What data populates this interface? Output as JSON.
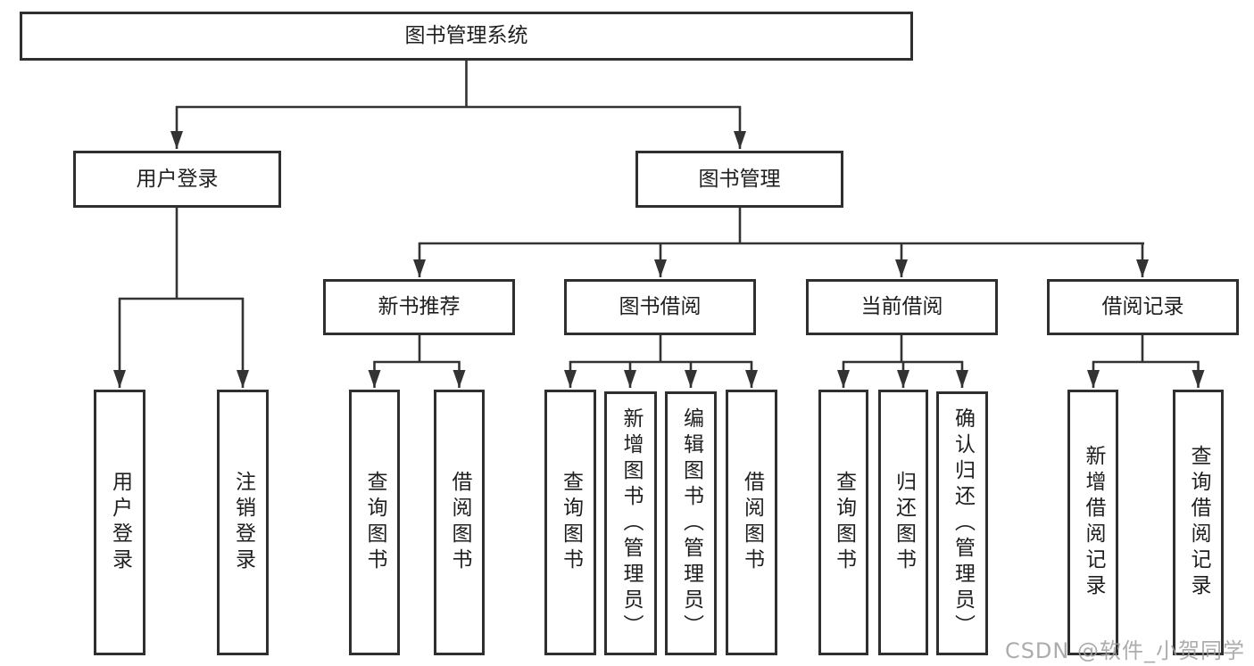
{
  "diagram": {
    "type": "hierarchy-tree",
    "nodes": {
      "root": "图书管理系统",
      "user_login": "用户登录",
      "book_management": "图书管理",
      "new_book_recommend": "新书推荐",
      "book_borrowing": "图书借阅",
      "current_borrowing": "当前借阅",
      "borrowing_records": "借阅记录",
      "leaf_user_login": "用户登录",
      "leaf_logout": "注销登录",
      "leaf_query_book_a": "查询图书",
      "leaf_borrow_book_a": "借阅图书",
      "leaf_query_book_b": "查询图书",
      "leaf_add_book": "新增图书（管理员）",
      "leaf_edit_book": "编辑图书（管理员）",
      "leaf_borrow_book_b": "借阅图书",
      "leaf_query_book_c": "查询图书",
      "leaf_return_book": "归还图书",
      "leaf_confirm_return": "确认归还（管理员）",
      "leaf_add_borrow_record": "新增借阅记录",
      "leaf_query_borrow_record": "查询借阅记录"
    },
    "colors": {
      "line": "#333333",
      "border": "#2f2f2f",
      "text": "#1f1f1f",
      "watermark": "#9e9e9e",
      "background": "#ffffff"
    }
  },
  "watermark": "CSDN @软件_小贺同学"
}
